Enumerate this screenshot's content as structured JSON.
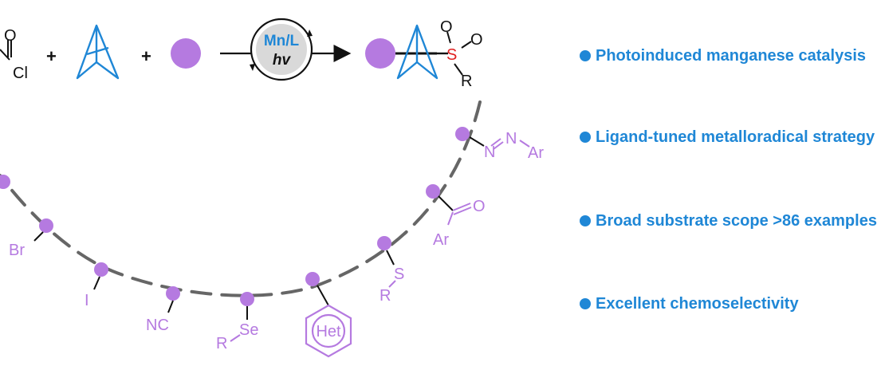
{
  "colors": {
    "accent": "#1f87d6",
    "substituent": "#b57ae0",
    "sulfur": "#e02020",
    "catalyst_fill": "#d9d9d9"
  },
  "reaction": {
    "reagent_o": "O",
    "reagent_cl": "Cl",
    "plus": "+",
    "catalyst_metal": "Mn/L",
    "catalyst_light": "hv",
    "product_s": "S",
    "product_o": "O",
    "product_r": "R"
  },
  "scope": {
    "substituents": [
      {
        "label": "N",
        "label2": "N",
        "label3": "Ar"
      },
      {
        "label": "O",
        "label2": "Ar"
      },
      {
        "label": "S",
        "label2": "R"
      },
      {
        "label": "Het"
      },
      {
        "label": "Se",
        "label2": "R"
      },
      {
        "label": "NC"
      },
      {
        "label": "I"
      },
      {
        "label": "Br"
      }
    ]
  },
  "highlights": [
    "Photoinduced manganese catalysis",
    "Ligand-tuned metalloradical strategy",
    "Broad substrate scope >86 examples",
    "Excellent chemoselectivity"
  ]
}
